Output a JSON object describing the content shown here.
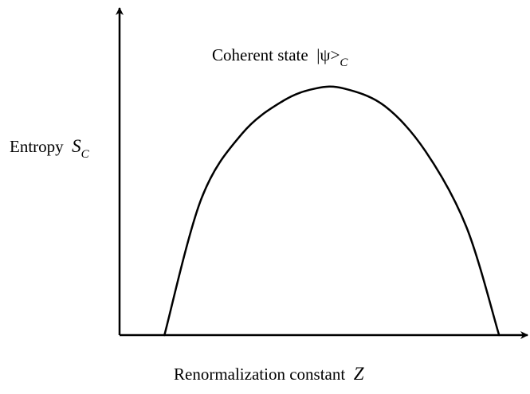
{
  "chart_data": {
    "type": "line",
    "title": {
      "text": "Coherent state",
      "symbol": "|ψ>",
      "subscript": "C"
    },
    "ylabel": {
      "text": "Entropy",
      "symbol": "S",
      "subscript": "C"
    },
    "xlabel": {
      "text": "Renormalization constant",
      "symbol": "Z"
    },
    "axes": {
      "x_ticks": [],
      "y_ticks": [],
      "grid": false,
      "arrowheads": true
    },
    "series": [
      {
        "style": "solid",
        "color": "#000000",
        "shape": "inverted-parabola",
        "x": [
          0.11,
          0.2,
          0.3,
          0.4,
          0.48,
          0.55,
          0.65,
          0.75,
          0.85,
          0.93
        ],
        "y": [
          0.0,
          0.54,
          0.8,
          0.93,
          0.98,
          0.98,
          0.91,
          0.73,
          0.43,
          0.0
        ]
      }
    ]
  }
}
